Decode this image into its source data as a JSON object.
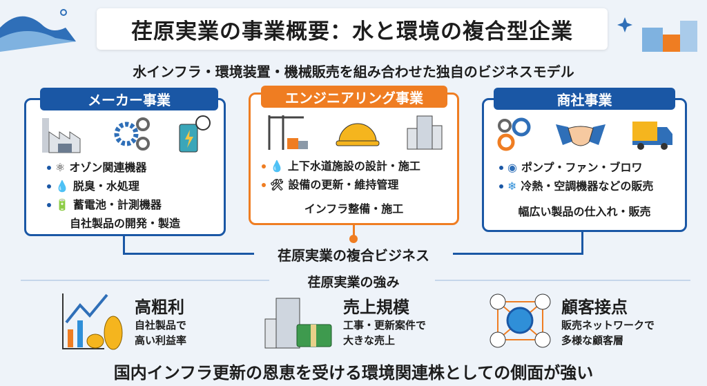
{
  "title": "荏原実業の事業概要：水と環境の複合型企業",
  "subtitle": "水インフラ・環境装置・機械販売を組み合わせた独自のビジネスモデル",
  "colors": {
    "blue": "#1a57a5",
    "orange": "#ef7d22"
  },
  "segments": [
    {
      "name": "メーカー事業",
      "icons": [
        "factory-icon",
        "gears-icon",
        "battery-gauge-icon"
      ],
      "items": [
        {
          "icon": "ozone-icon",
          "label": "オゾン関連機器"
        },
        {
          "icon": "water-drop-icon",
          "label": "脱臭・水処理"
        },
        {
          "icon": "battery-icon",
          "label": "蓄電池・計測機器"
        }
      ],
      "summary": "自社製品の開発・製造"
    },
    {
      "name": "エンジニアリング事業",
      "icons": [
        "crane-icon",
        "hardhat-icon",
        "buildings-icon"
      ],
      "items": [
        {
          "icon": "water-pipe-icon",
          "label": "上下水道施設の設計・施工"
        },
        {
          "icon": "tools-icon",
          "label": "設備の更新・維持管理"
        }
      ],
      "summary": "インフラ整備・施工"
    },
    {
      "name": "商社事業",
      "icons": [
        "gears-icon",
        "handshake-icon",
        "truck-icon"
      ],
      "items": [
        {
          "icon": "fan-icon",
          "label": "ポンプ・ファン・ブロワ"
        },
        {
          "icon": "snowflake-icon",
          "label": "冷熱・空調機器などの販売"
        }
      ],
      "summary": "幅広い製品の仕入れ・販売"
    }
  ],
  "hub": "荏原実業の複合ビジネス",
  "strengths_heading": "荏原実業の強み",
  "strengths": [
    {
      "icon": "growth-chart-coins-icon",
      "title": "高粗利",
      "desc": [
        "自社製品で",
        "高い利益率"
      ]
    },
    {
      "icon": "building-money-icon",
      "title": "売上規模",
      "desc": [
        "工事・更新案件で",
        "大きな売上"
      ]
    },
    {
      "icon": "network-globe-icon",
      "title": "顧客接点",
      "desc": [
        "販売ネットワークで",
        "多様な顧客層"
      ]
    }
  ],
  "conclusion": "国内インフラ更新の恩恵を受ける環境関連株としての側面が強い"
}
